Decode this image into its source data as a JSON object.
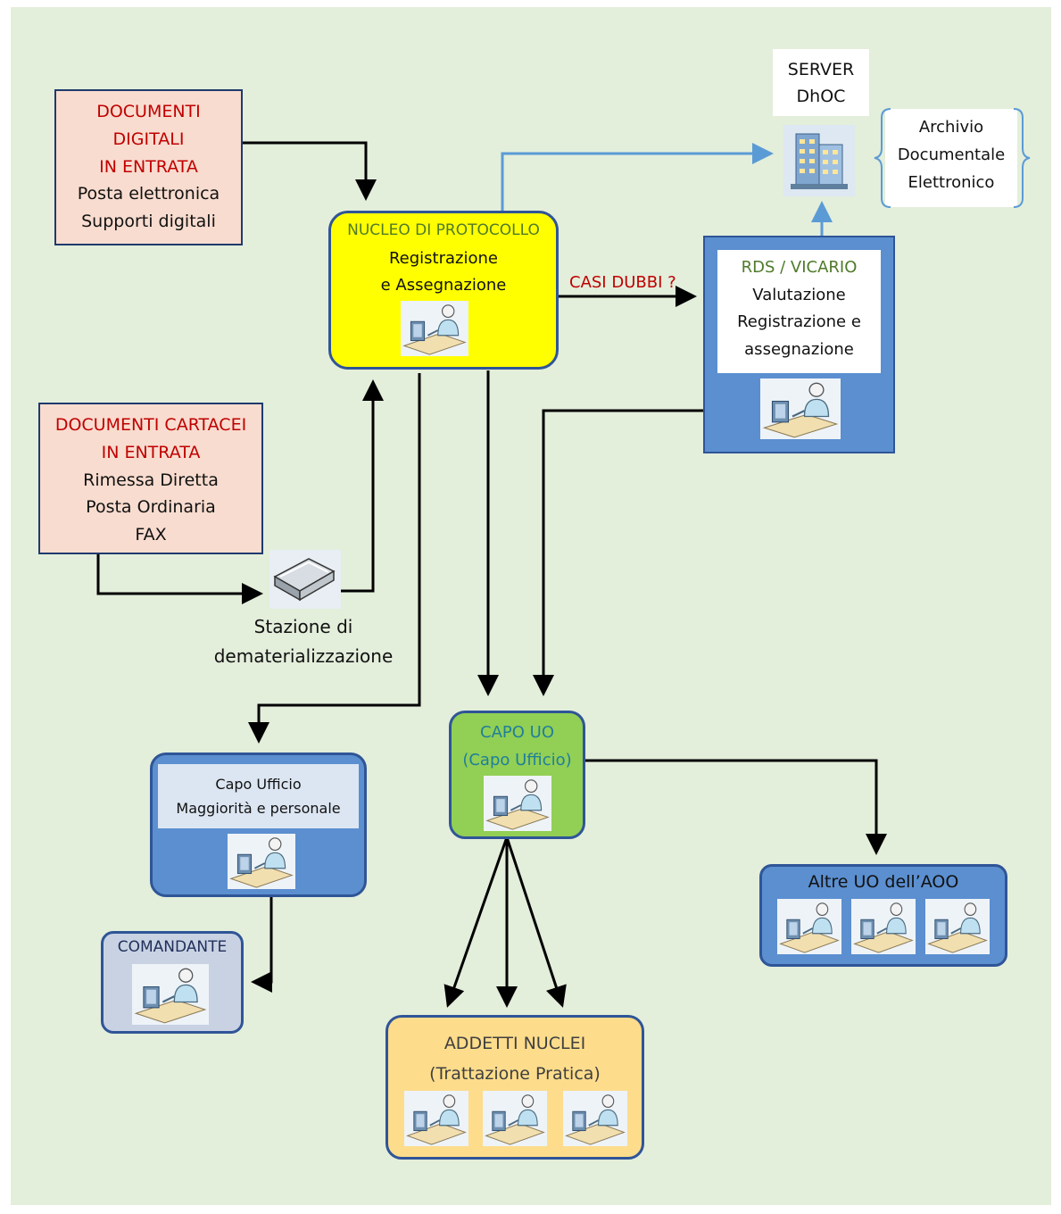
{
  "colors": {
    "background": "#e3eedb",
    "nucleo_fill": "#ffff00",
    "blue_box": "#5b8fd0",
    "green_box": "#92cf55",
    "addetti_fill": "#fddc8c",
    "red_text": "#c00000",
    "arrow_black": "#000000",
    "arrow_blue": "#5b9bd5"
  },
  "doc_digitali": {
    "title1": "DOCUMENTI",
    "title2": "DIGITALI",
    "title3": "IN ENTRATA",
    "line1": "Posta elettronica",
    "line2": "Supporti digitali"
  },
  "doc_cartacei": {
    "title1": "DOCUMENTI CARTACEI",
    "title2": "IN ENTRATA",
    "line1": "Rimessa Diretta",
    "line2": "Posta Ordinaria",
    "line3": "FAX"
  },
  "nucleo": {
    "title": "NUCLEO DI PROTOCOLLO",
    "line1": "Registrazione",
    "line2": "e Assegnazione"
  },
  "server": {
    "line1": "SERVER",
    "line2": "DhOC"
  },
  "archivio": {
    "line1": "Archivio",
    "line2": "Documentale",
    "line3": "Elettronico"
  },
  "rds": {
    "title": "RDS / VICARIO",
    "line1": "Valutazione",
    "line2": "Registrazione e",
    "line3": "assegnazione"
  },
  "casi_dubbi": "CASI DUBBI ?",
  "stazione": {
    "line1": "Stazione di",
    "line2": "dematerializzazione"
  },
  "capo_uo": {
    "line1": "CAPO UO",
    "line2": "(Capo Ufficio)"
  },
  "capo_ufficio": {
    "line1": "Capo Ufficio",
    "line2": "Maggiorità e personale"
  },
  "comandante": "COMANDANTE",
  "altre_uo": "Altre UO dell’AOO",
  "addetti": {
    "line1": "ADDETTI NUCLEI",
    "line2": "(Trattazione Pratica)"
  },
  "icons": {
    "person": "workstation-person-icon",
    "server": "server-icon",
    "scanner": "scanner-icon",
    "brace": "curly-brace-icon"
  }
}
